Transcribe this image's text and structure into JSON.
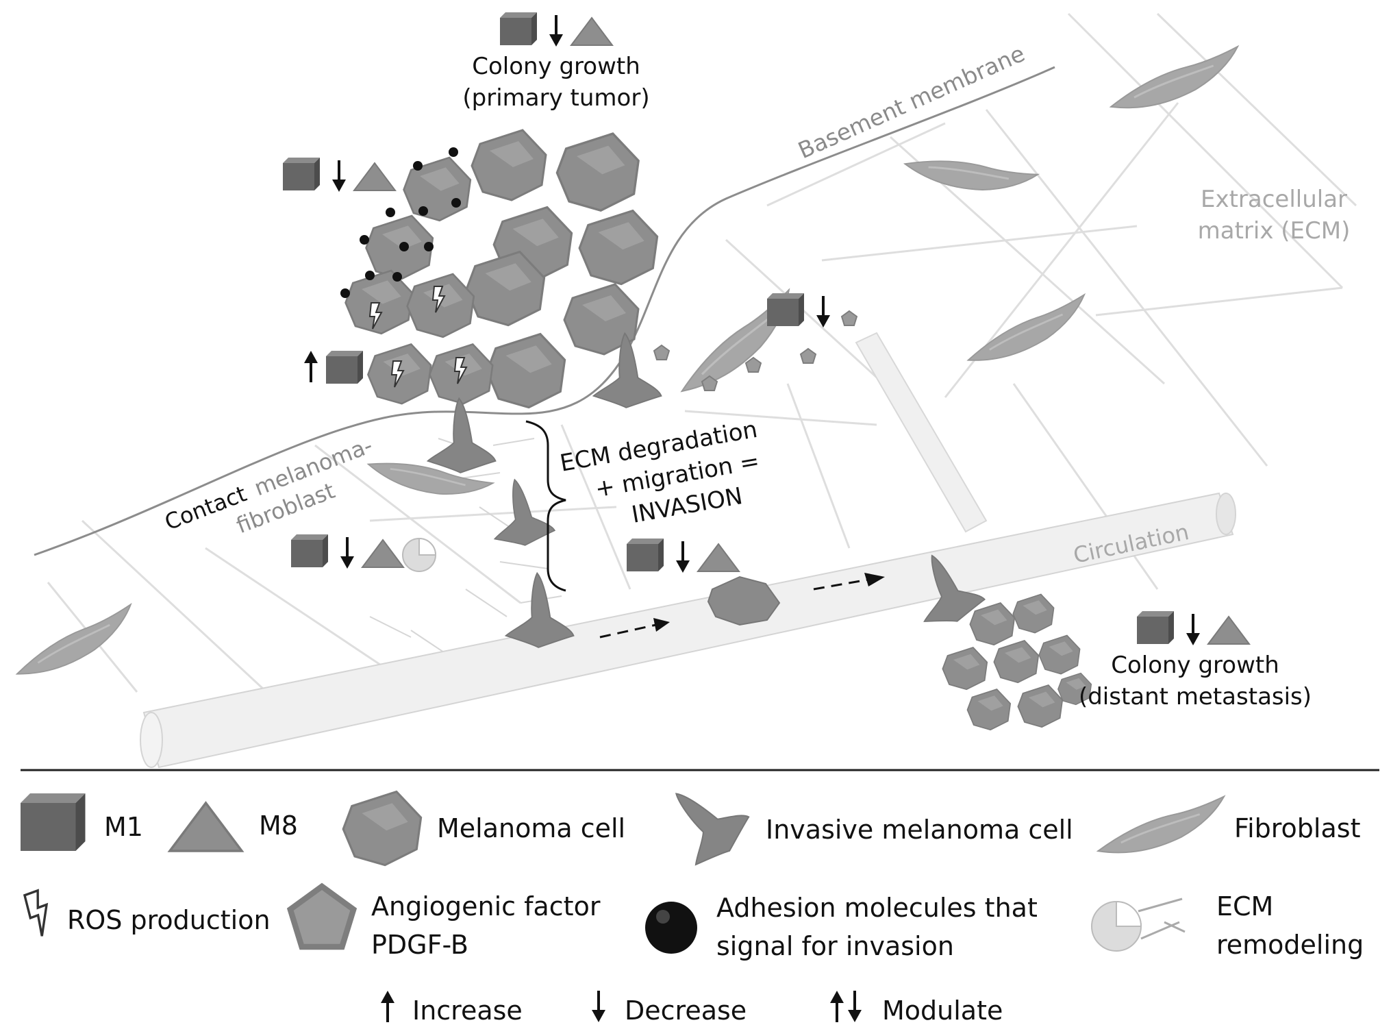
{
  "labels": {
    "primary_title": "Colony growth",
    "primary_sub": "(primary tumor)",
    "basement_membrane": "Basement membrane",
    "ecm_l1": "Extracellular",
    "ecm_l2": "matrix (ECM)",
    "contact_a": "Contact",
    "contact_b": "melanoma-",
    "contact_c": "fibroblast",
    "invasion_l1": "ECM degradation",
    "invasion_l2": "+ migration =",
    "invasion_l3": "INVASION",
    "circulation": "Circulation",
    "distant_title": "Colony growth",
    "distant_sub": "(distant metastasis)"
  },
  "legend": {
    "m1": "M1",
    "m8": "M8",
    "melanoma_cell": "Melanoma cell",
    "invasive_cell": "Invasive melanoma cell",
    "fibroblast": "Fibroblast",
    "ros": "ROS production",
    "pdgf_l1": "Angiogenic factor",
    "pdgf_l2": "PDGF-B",
    "adhesion_l1": "Adhesion molecules that",
    "adhesion_l2": "signal for invasion",
    "remodel_l1": "ECM",
    "remodel_l2": "remodeling",
    "increase": "Increase",
    "decrease": "Decrease",
    "modulate": "Modulate"
  },
  "colors": {
    "cell": "#8e8e8e",
    "cell_dark": "#707070",
    "fibroblast": "#a6a6a6",
    "vessel": "#eeeeee",
    "line": "#9a9a9a",
    "text": "#111111"
  }
}
